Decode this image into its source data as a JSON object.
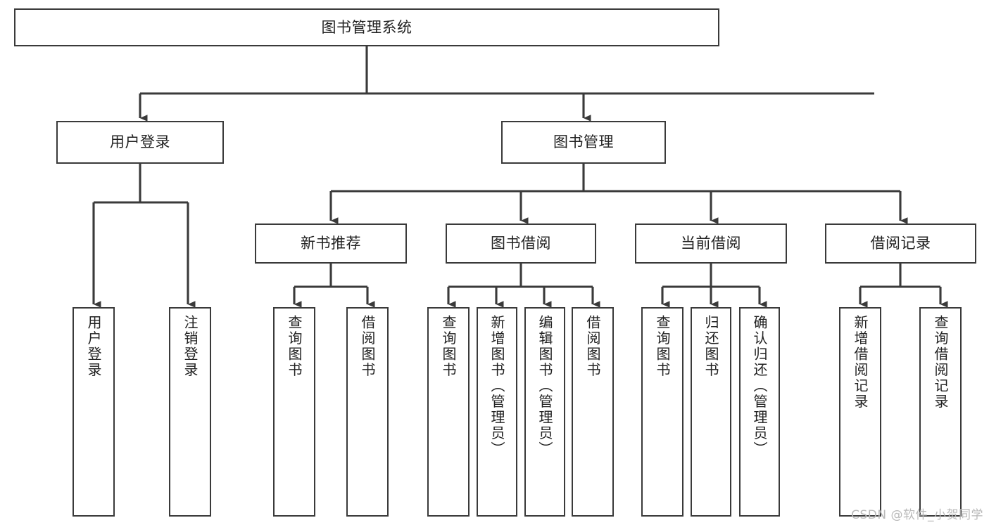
{
  "diagram": {
    "title": "图书管理系统",
    "type": "tree-hierarchy-chart",
    "orientation": "top-down",
    "colors": {
      "background": "#ffffff",
      "node_border": "#3a3a3a",
      "node_fill": "#ffffff",
      "edge": "#3a3a3a",
      "text": "#222222",
      "watermark": "#b9b9b9"
    },
    "watermark": "CSDN @软件_小贺同学"
  },
  "nodes": {
    "root": {
      "label": "图书管理系统"
    },
    "level2": [
      {
        "id": "user-login",
        "label": "用户登录"
      },
      {
        "id": "book-management",
        "label": "图书管理"
      }
    ],
    "level3": [
      {
        "id": "new-book-recommend",
        "label": "新书推荐"
      },
      {
        "id": "book-borrow",
        "label": "图书借阅"
      },
      {
        "id": "current-borrow",
        "label": "当前借阅"
      },
      {
        "id": "borrow-record",
        "label": "借阅记录"
      }
    ],
    "leaves": {
      "user_login": [
        {
          "id": "leaf-user-login",
          "label": "用户登录"
        },
        {
          "id": "leaf-logout",
          "label": "注销登录"
        }
      ],
      "new_book_recommend": [
        {
          "id": "leaf-query-book-1",
          "label": "查询图书"
        },
        {
          "id": "leaf-borrow-book-1",
          "label": "借阅图书"
        }
      ],
      "book_borrow": [
        {
          "id": "leaf-query-book-2",
          "label": "查询图书"
        },
        {
          "id": "leaf-add-book",
          "label": "新增图书（管理员）"
        },
        {
          "id": "leaf-edit-book",
          "label": "编辑图书（管理员）"
        },
        {
          "id": "leaf-borrow-book-2",
          "label": "借阅图书"
        }
      ],
      "current_borrow": [
        {
          "id": "leaf-query-book-3",
          "label": "查询图书"
        },
        {
          "id": "leaf-return-book",
          "label": "归还图书"
        },
        {
          "id": "leaf-confirm-return",
          "label": "确认归还（管理员）"
        }
      ],
      "borrow_record": [
        {
          "id": "leaf-add-record",
          "label": "新增借阅记录"
        },
        {
          "id": "leaf-query-record",
          "label": "查询借阅记录"
        }
      ]
    }
  }
}
